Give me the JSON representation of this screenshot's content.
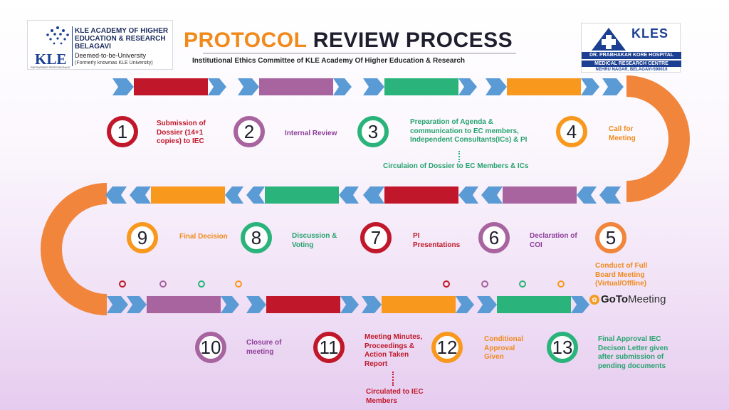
{
  "header": {
    "title_part1": "PROTOCOL",
    "title_part2": " REVIEW PROCESS",
    "subtitle": "Institutional Ethics Committee of KLE Academy Of Higher Education & Research"
  },
  "logo_left": {
    "line1": "KLE ACADEMY OF HIGHER",
    "line2": "EDUCATION & RESEARCH",
    "line3": "BELAGAVI",
    "deemed": "Deemed-to-be-University",
    "formerly": "(Formerly knownas KLE University)",
    "mark": "KLE",
    "tagline": "EMPOWERING PROFESSIONALS"
  },
  "logo_right": {
    "name": "KLES",
    "hospital": "DR. PRABHAKAR KORE HOSPITAL",
    "centre": "MEDICAL RESEARCH CENTRE",
    "address": "NEHRU NAGAR, BELAGAVI-590010"
  },
  "steps": [
    {
      "num": "1",
      "label1": "Submission of",
      "label2": "Dossier (14+1",
      "label3": "copies) to IEC"
    },
    {
      "num": "2",
      "label1": "Internal Review"
    },
    {
      "num": "3",
      "label1": "Preparation of Agenda &",
      "label2": "communication to EC members,",
      "label3": "Independent Consultants(ICs) & PI"
    },
    {
      "num": "4",
      "label1": "Call for",
      "label2": "Meeting"
    },
    {
      "num": "5",
      "label1": "Conduct of Full",
      "label2": "Board Meeting",
      "label3": "(Virtual/Offline)"
    },
    {
      "num": "6",
      "label1": "Declaration of",
      "label2": "COI"
    },
    {
      "num": "7",
      "label1": "PI",
      "label2": "Presentations"
    },
    {
      "num": "8",
      "label1": "Discussion &",
      "label2": "Voting"
    },
    {
      "num": "9",
      "label1": "Final Decision"
    },
    {
      "num": "10",
      "label1": "Closure of",
      "label2": "meeting"
    },
    {
      "num": "11",
      "label1": "Meeting Minutes,",
      "label2": "Proceedings &",
      "label3": "Action Taken",
      "label4": "Report"
    },
    {
      "num": "12",
      "label1": "Conditional",
      "label2": "Approval",
      "label3": "Given"
    },
    {
      "num": "13",
      "label1": "Final Approval IEC",
      "label2": "Decison Letter given",
      "label3": "after submission of",
      "label4": "pending documents"
    }
  ],
  "notes": {
    "circulation": "Circulaion of Dossier to EC Members & ICs",
    "circulated1": "Circulated to IEC",
    "circulated2": "Members"
  },
  "goto": {
    "part1": "GoTo",
    "part2": "Meeting"
  },
  "colors": {
    "red": "#c0182a",
    "purple": "#a7649f",
    "green": "#2bb37c",
    "orange": "#f8981d",
    "blue": "#5b9bd5"
  }
}
